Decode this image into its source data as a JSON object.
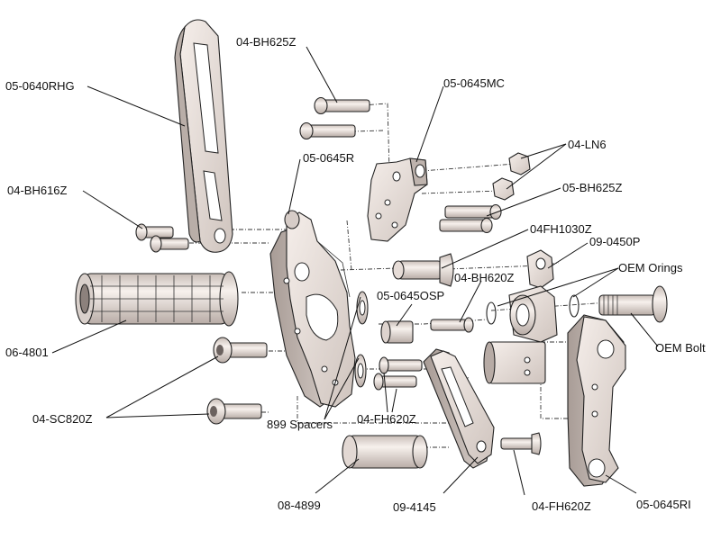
{
  "diagram": {
    "labels": {
      "l_0640RHG": "05-0640RHG",
      "l_BH625Z_top": "04-BH625Z",
      "l_0645MC": "05-0645MC",
      "l_LN6": "04-LN6",
      "l_0645R": "05-0645R",
      "l_BH616Z": "04-BH616Z",
      "l_BH625Z_mid": "05-BH625Z",
      "l_FH1030Z": "04FH1030Z",
      "l_0450P": "09-0450P",
      "l_OEM_Orings": "OEM Orings",
      "l_BH620Z": "04-BH620Z",
      "l_0645OSP": "05-0645OSP",
      "l_OEM_Bolt": "OEM Bolt",
      "l_4801": "06-4801",
      "l_SC820Z": "04-SC820Z",
      "l_899": "899 Spacers",
      "l_FH620Z_mid": "04-FH620Z",
      "l_4899": "08-4899",
      "l_4145": "09-4145",
      "l_FH620Z_bot": "04-FH620Z",
      "l_0645RI": "05-0645RI"
    },
    "colors": {
      "part_fill": "#efe7e2",
      "part_shade": "#c9beb8",
      "part_dark": "#6b625f",
      "line": "#111111"
    }
  }
}
